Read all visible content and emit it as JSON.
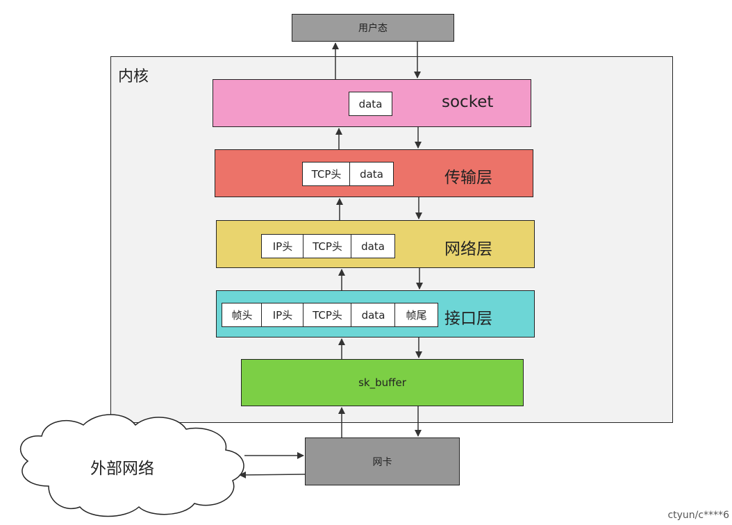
{
  "user_space": "用户态",
  "kernel": "内核",
  "layers": {
    "socket": {
      "label": "socket",
      "cells": [
        "data"
      ]
    },
    "transport": {
      "label": "传输层",
      "cells": [
        "TCP头",
        "data"
      ]
    },
    "network": {
      "label": "网络层",
      "cells": [
        "IP头",
        "TCP头",
        "data"
      ]
    },
    "link": {
      "label": "接口层",
      "cells": [
        "帧头",
        "IP头",
        "TCP头",
        "data",
        "帧尾"
      ]
    }
  },
  "sk_buffer": "sk_buffer",
  "nic": "网卡",
  "external_network": "外部网络",
  "watermark": "ctyun/c****6"
}
